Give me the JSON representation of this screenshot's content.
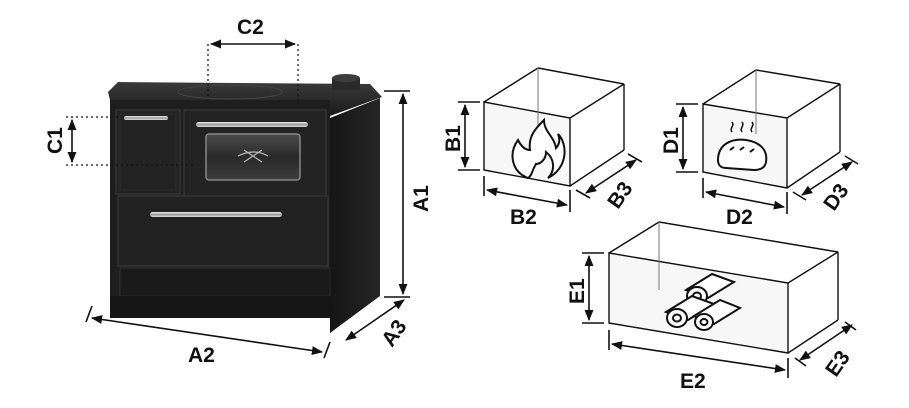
{
  "labels": {
    "a1": "A1",
    "a2": "A2",
    "a3": "A3",
    "b1": "B1",
    "b2": "B2",
    "b3": "B3",
    "c1": "C1",
    "c2": "C2",
    "d1": "D1",
    "d2": "D2",
    "d3": "D3",
    "e1": "E1",
    "e2": "E2",
    "e3": "E3"
  },
  "icons": {
    "firebox": "flame-icon",
    "oven": "bread-icon",
    "wood_storage": "firewood-logs-icon"
  },
  "colors": {
    "stove_body": "#222222",
    "line": "#111111",
    "background": "#ffffff"
  }
}
